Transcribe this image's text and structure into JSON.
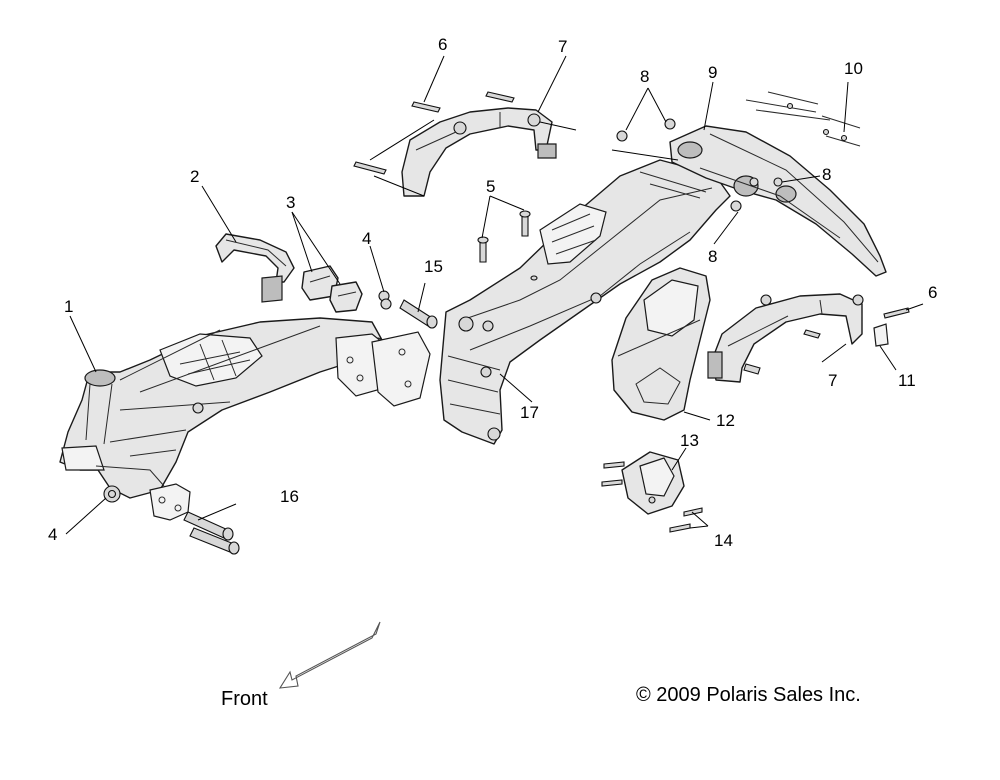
{
  "callouts": [
    "1",
    "2",
    "3",
    "4",
    "4",
    "5",
    "6",
    "6",
    "7",
    "7",
    "8",
    "8",
    "8",
    "9",
    "10",
    "11",
    "12",
    "13",
    "14",
    "15",
    "16",
    "17"
  ],
  "front_label": "Front",
  "copyright": "© 2009 Polaris Sales Inc."
}
